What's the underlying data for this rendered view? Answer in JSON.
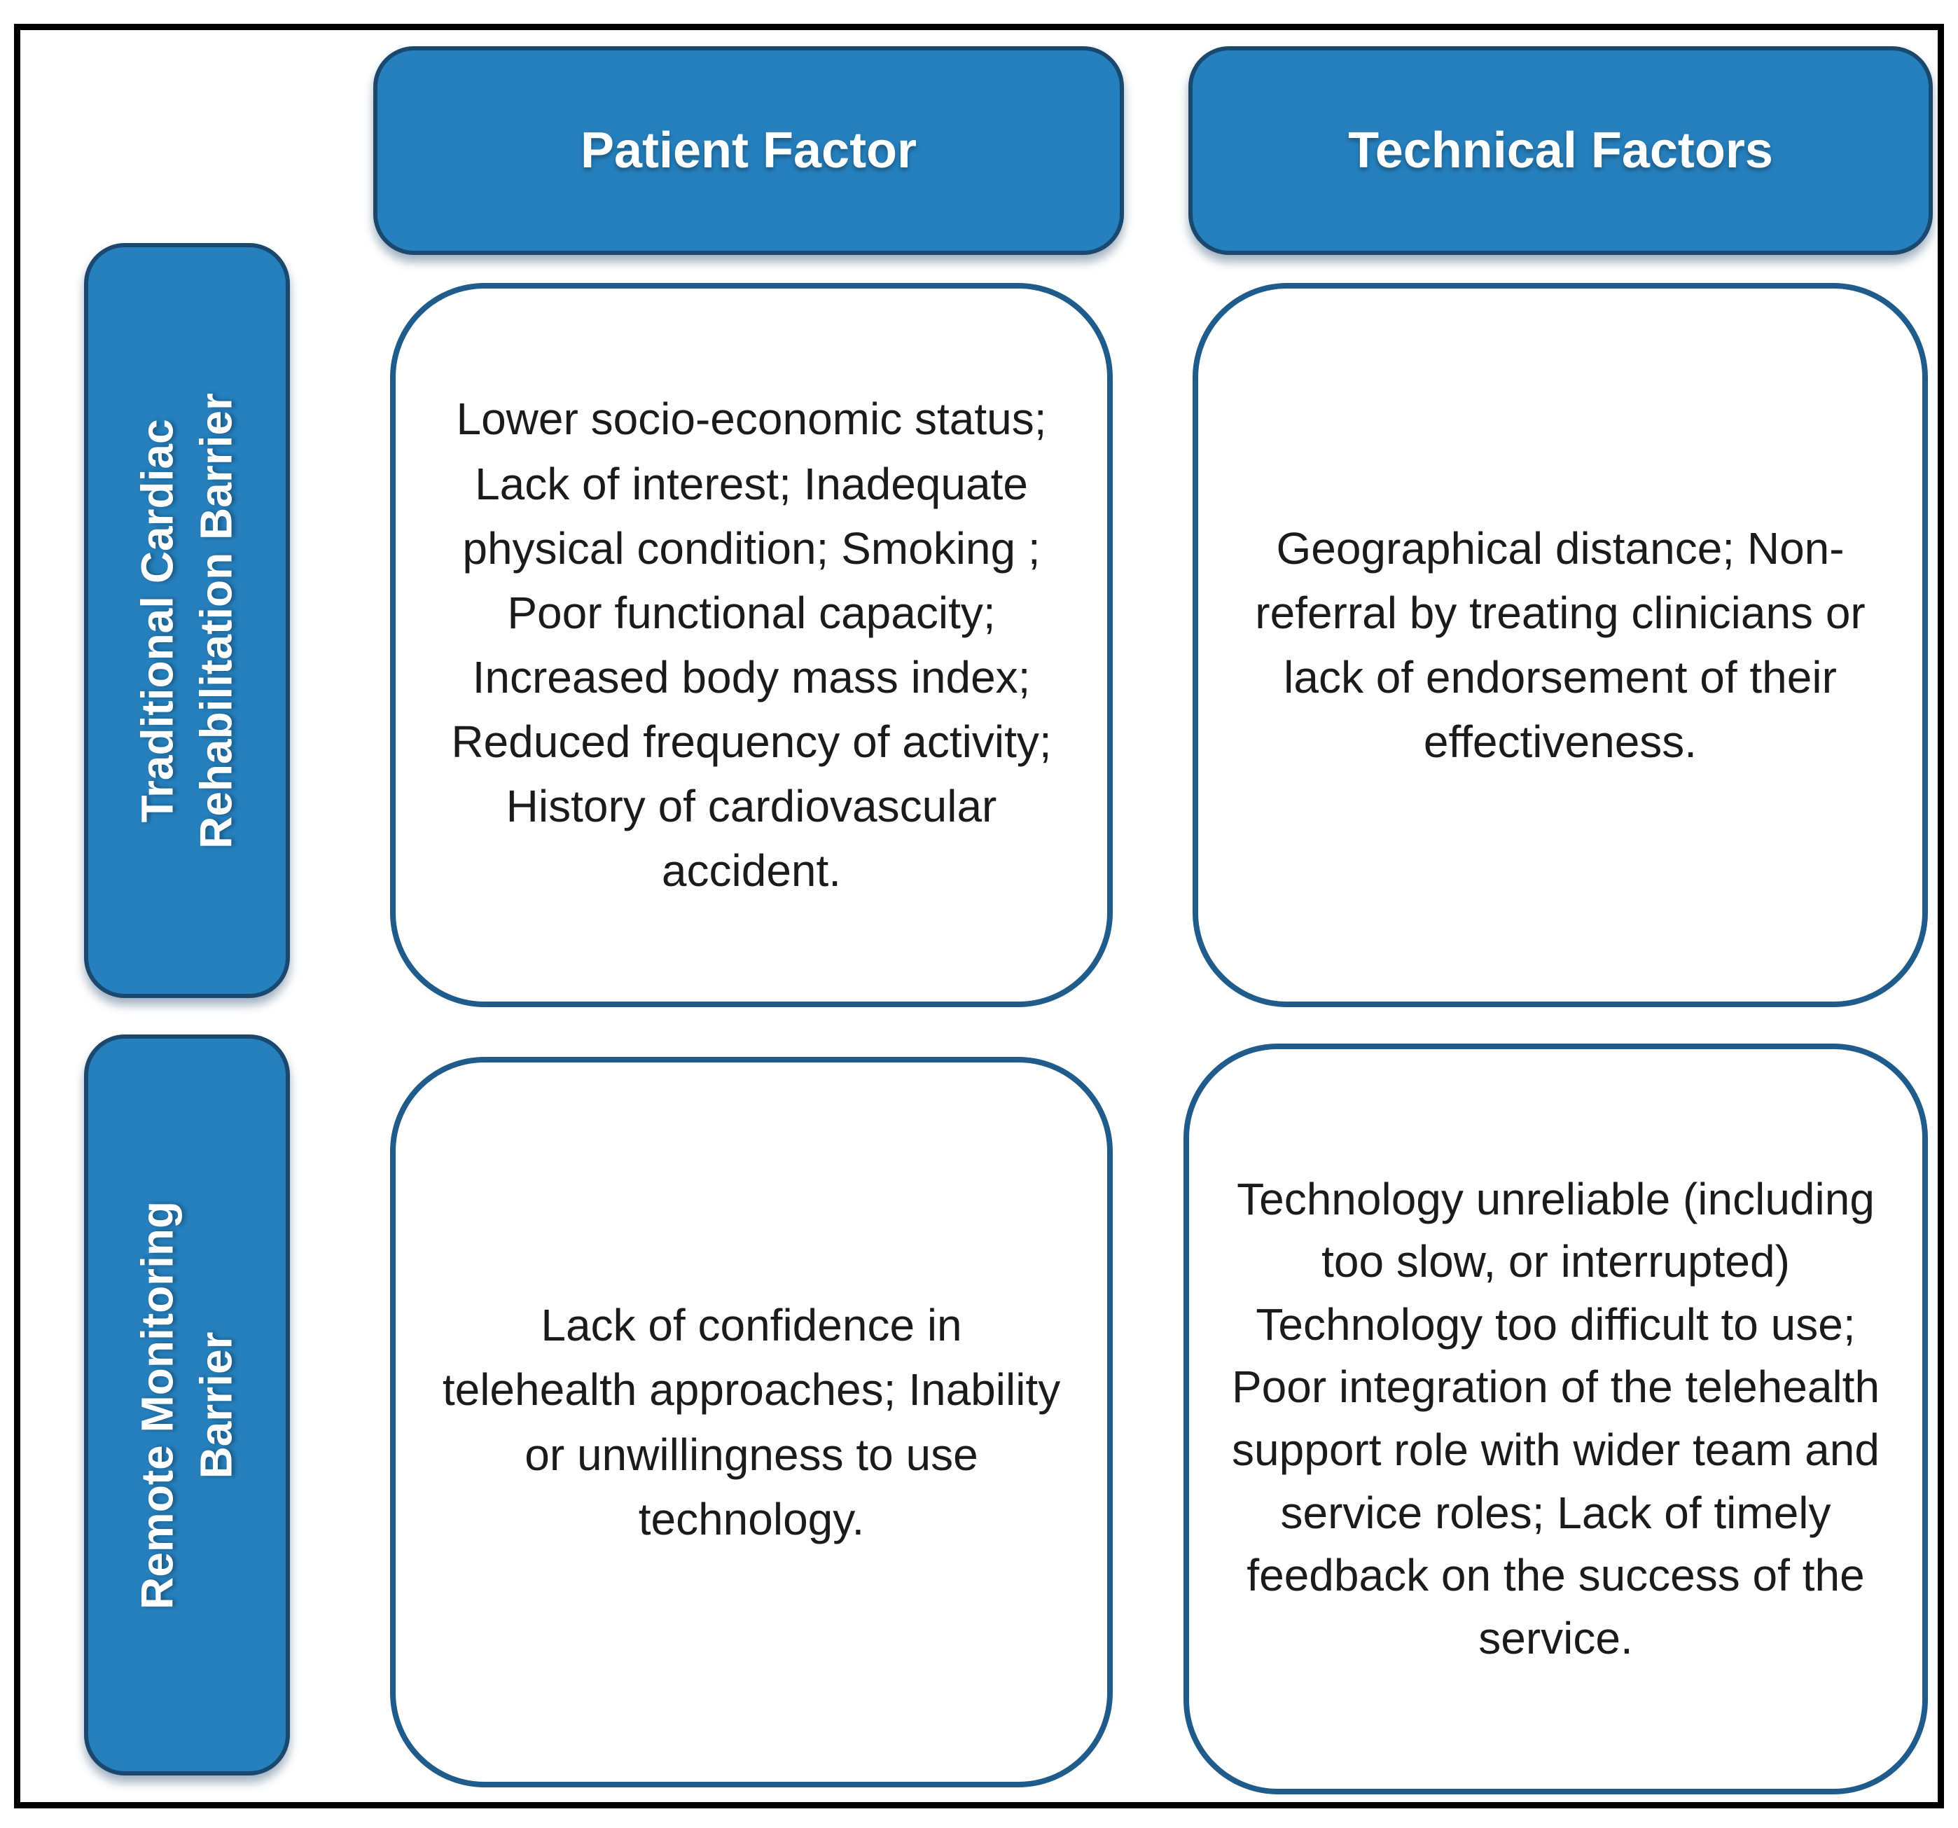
{
  "matrix": {
    "columns": [
      {
        "label": "Patient Factor"
      },
      {
        "label": "Technical Factors"
      }
    ],
    "rows": [
      {
        "label": "Traditional Cardiac\nRehabilitation Barrier"
      },
      {
        "label": "Remote Monitoring\nBarrier"
      }
    ],
    "cells": {
      "traditional_patient": "Lower socio-economic status; Lack of interest; Inadequate physical condition; Smoking ; Poor functional capacity; Increased body mass index; Reduced frequency of activity; History of cardiovascular accident.",
      "traditional_technical": "Geographical distance; Non-referral by treating clinicians or lack of endorsement of their effectiveness.",
      "remote_patient": "Lack of confidence in telehealth approaches; Inability or unwillingness to use technology.",
      "remote_technical": "Technology unreliable (including too slow, or interrupted)\nTechnology too difficult to use; Poor integration of the telehealth support role with wider team and service roles; Lack of timely feedback on the success of the service."
    }
  },
  "colors": {
    "header_fill": "#2680BE",
    "header_border": "#1A486E",
    "cell_border": "#1F5C8C",
    "frame_border": "#000000",
    "cell_text": "#1B1B1B",
    "header_text": "#FFFFFF",
    "background": "#FFFFFF"
  }
}
